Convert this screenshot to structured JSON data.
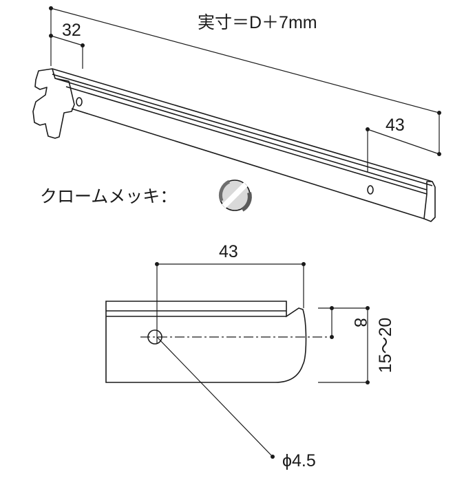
{
  "top_view": {
    "length_formula": "実寸＝D＋7mm",
    "hook_dim": "32",
    "height_dim": "43"
  },
  "finish": {
    "label": "クロームメッキ：",
    "swatch_color": "#9a9a9a"
  },
  "side_view": {
    "width_dim": "43",
    "hole_offset_dim": "8",
    "height_range_dim": "15〜20",
    "hole_diameter": "ϕ4.5"
  },
  "colors": {
    "line": "#1a1a1a",
    "background": "#ffffff"
  }
}
